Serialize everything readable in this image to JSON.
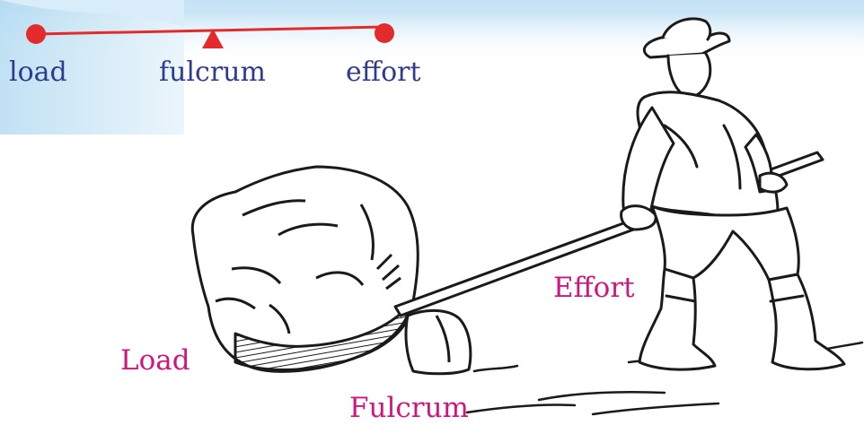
{
  "colors": {
    "blue_text": "#2f3b8c",
    "pink_text": "#d0157f",
    "red_marker": "#e32b2b",
    "ink": "#1a1a1a"
  },
  "lever_key": {
    "labels": {
      "load": "load",
      "fulcrum": "fulcrum",
      "effort": "effort"
    },
    "icons": {
      "load": "circle",
      "fulcrum": "triangle",
      "effort": "circle"
    }
  },
  "illustration": {
    "labels": {
      "effort": "Effort",
      "load": "Load",
      "fulcrum": "Fulcrum"
    },
    "subject": "man-with-lever-prying-boulder"
  }
}
